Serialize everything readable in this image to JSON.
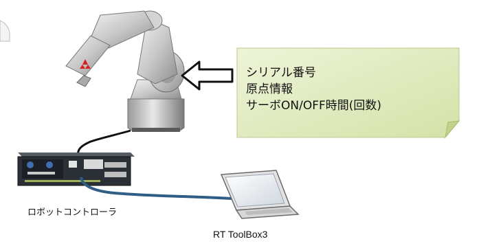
{
  "callout": {
    "lines": [
      "シリアル番号",
      "原点情報",
      "サーボON/OFF時間(回数)"
    ],
    "fill_color": "#dfeabf",
    "border_color": "#b9c98a"
  },
  "controller": {
    "label": "ロボットコントローラ"
  },
  "pc": {
    "label": "RT ToolBox3"
  },
  "colors": {
    "robot_body": "#c9c9c9",
    "cable_black": "#111111",
    "cable_blue": "#2f5d86",
    "controller_body": "#2b2f36"
  },
  "icons": [
    "robot-arm-image",
    "hollow-arrow-icon",
    "controller-image",
    "laptop-image"
  ]
}
